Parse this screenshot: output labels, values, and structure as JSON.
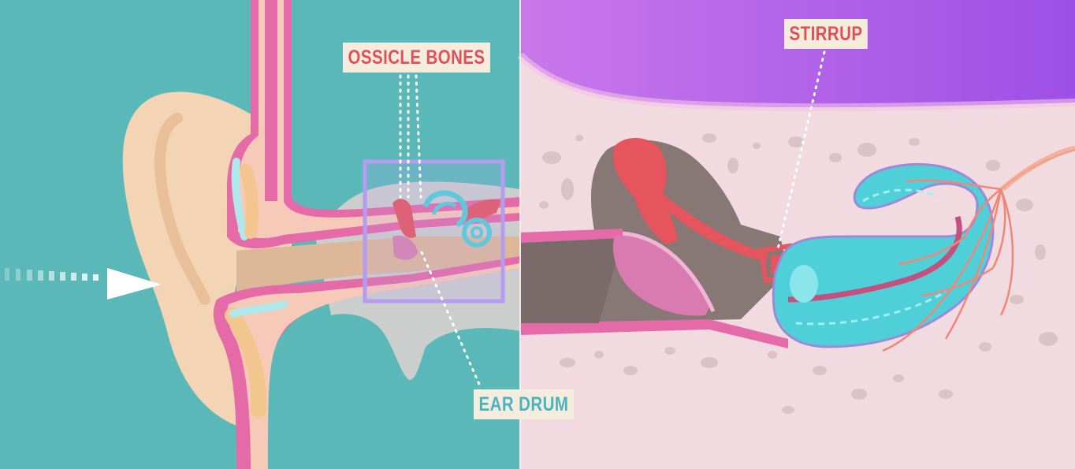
{
  "labels": {
    "ossicle_bones": "OSSICLE BONES",
    "stirrup": "STIRRUP",
    "ear_drum": "EAR DRUM"
  },
  "colors": {
    "left_background": "#5bb8b8",
    "right_background": "#f2dbe0",
    "brain_purple": "#a858e8",
    "skin": "#f3d4b4",
    "canal_pink": "#e56aa8",
    "bone_red": "#e6545e",
    "cochlea_teal": "#4fd0d8",
    "label_red": "#e0505a",
    "label_teal": "#4bb3bf",
    "label_background": "#f4ecdc"
  },
  "icons": [
    "sound-wave-arrow-icon",
    "zoom-frame-icon"
  ]
}
